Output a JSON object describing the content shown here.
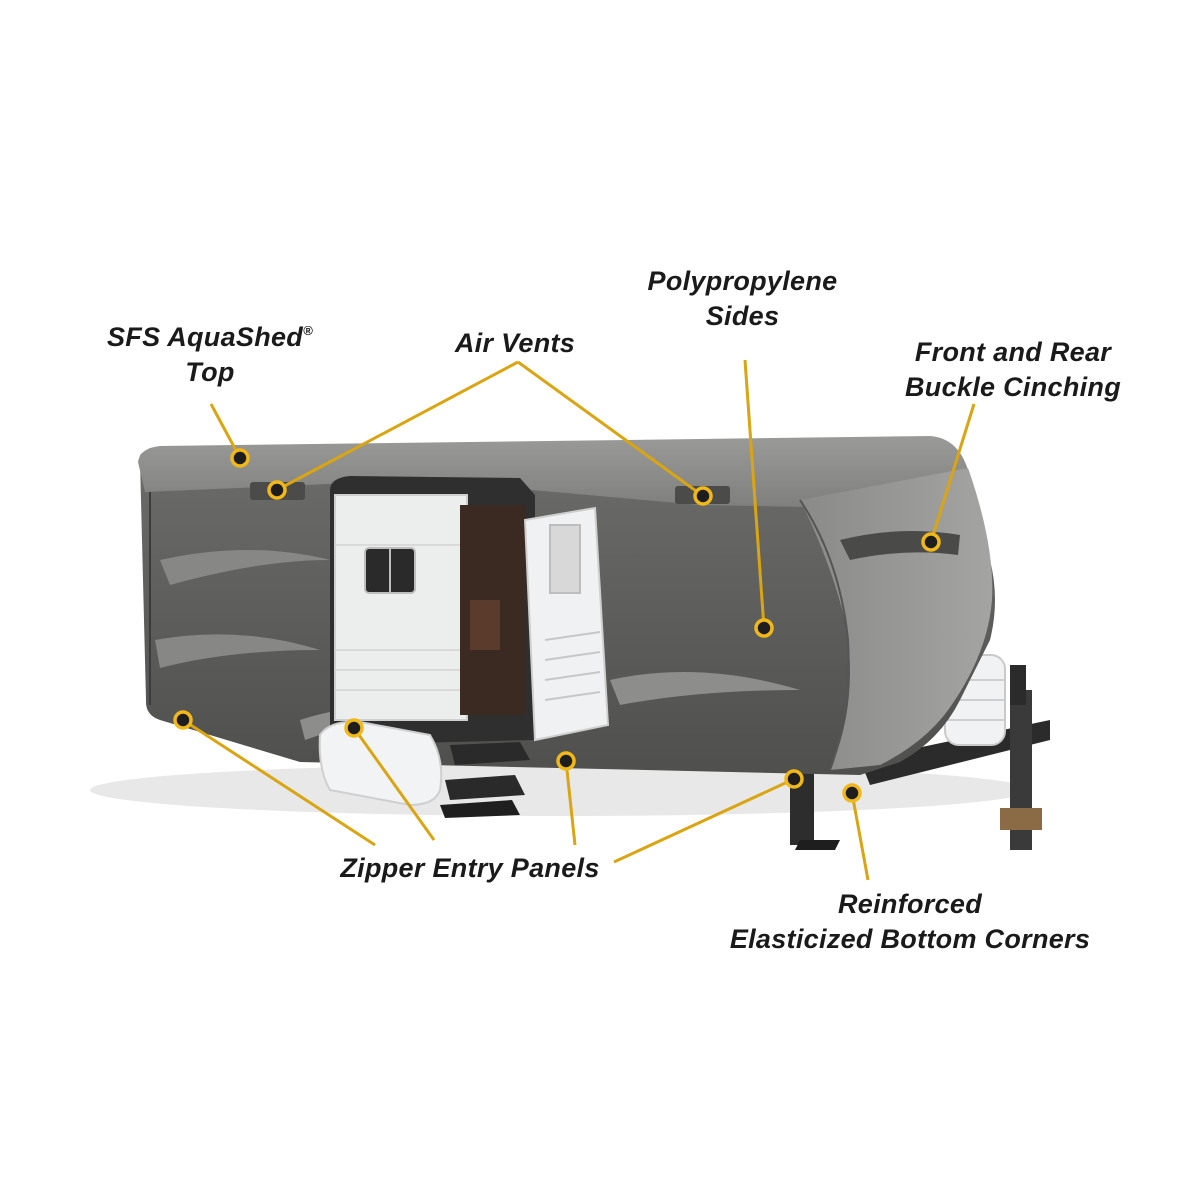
{
  "labels": {
    "aquashed_line1": "SFS AquaShed",
    "aquashed_mark": "®",
    "aquashed_line2": "Top",
    "air_vents": "Air Vents",
    "polypropylene_line1": "Polypropylene",
    "polypropylene_line2": "Sides",
    "buckle_line1": "Front and Rear",
    "buckle_line2": "Buckle Cinching",
    "zipper": "Zipper Entry Panels",
    "corners_line1": "Reinforced",
    "corners_line2": "Elasticized Bottom Corners"
  },
  "colors": {
    "callout_line": "#d9a513",
    "callout_dot_ring": "#f1b81a",
    "cover_dark": "#5a5a58",
    "cover_light": "#8e8e8c",
    "door_panel": "#e9eaec"
  }
}
